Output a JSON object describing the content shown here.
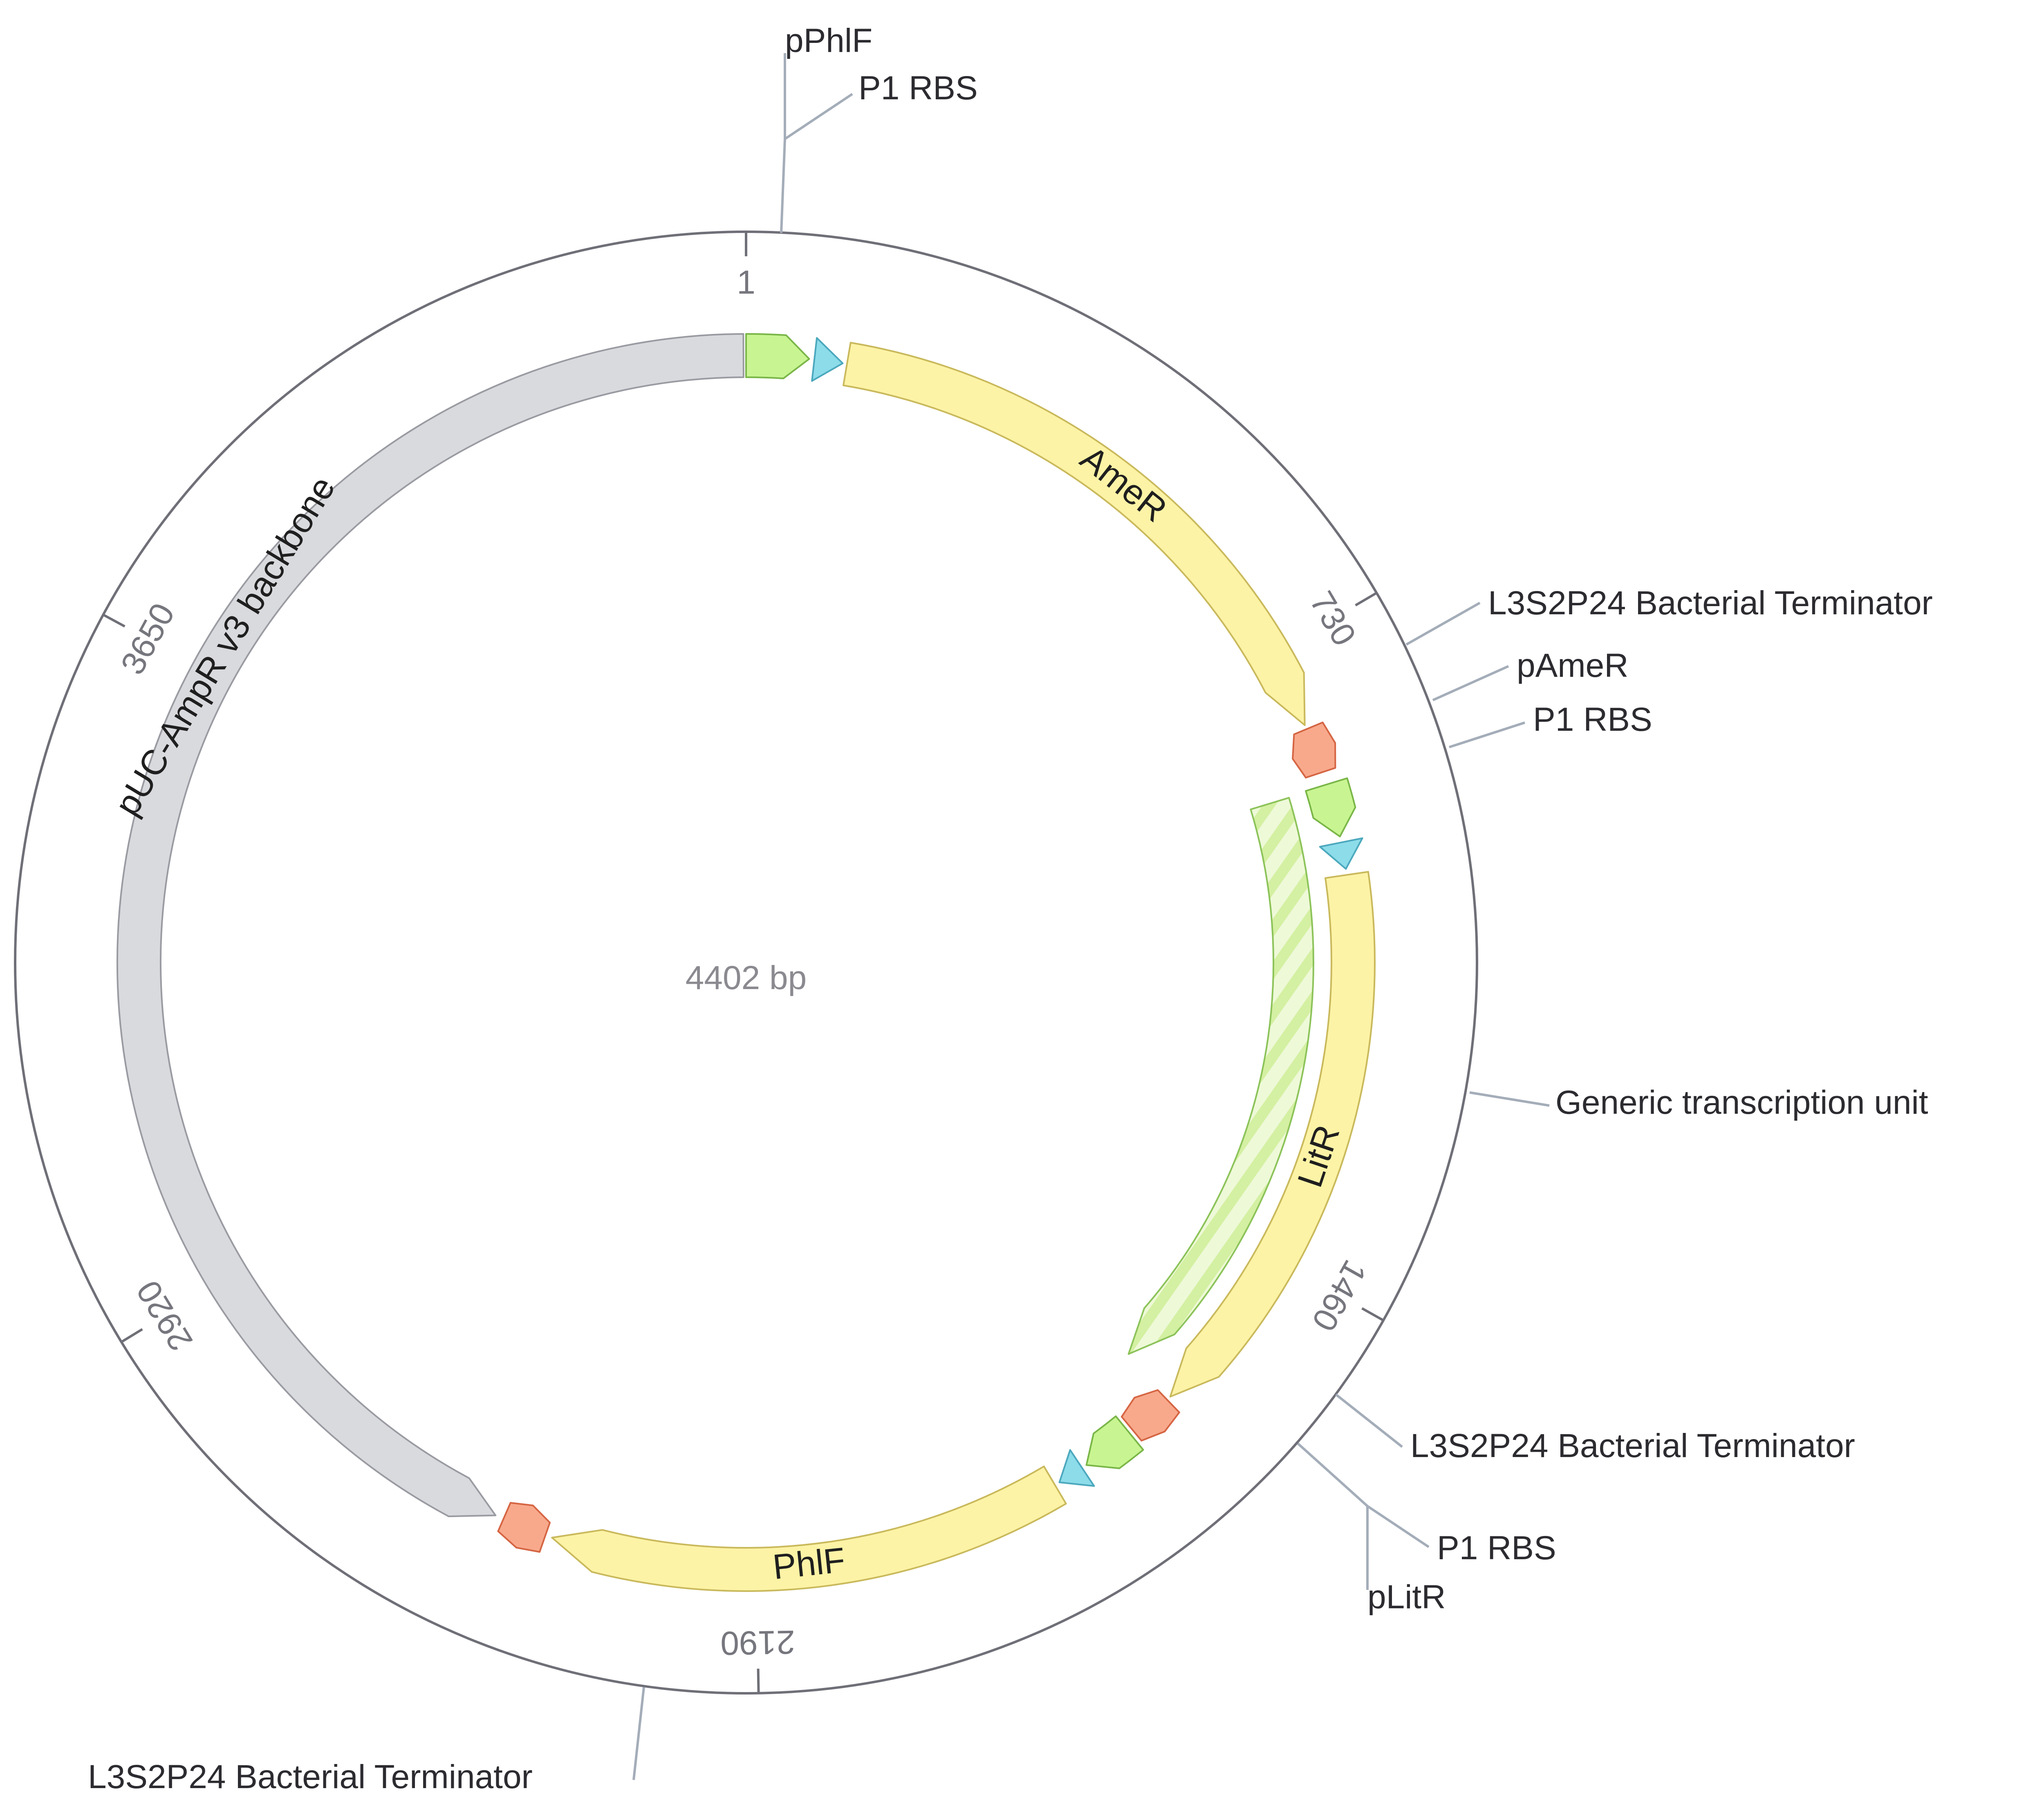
{
  "plasmid": {
    "length_bp": 4402,
    "center_label": "4402 bp"
  },
  "ticks": [
    {
      "bp": 1,
      "label": "1"
    },
    {
      "bp": 730,
      "label": "730"
    },
    {
      "bp": 1460,
      "label": "1460"
    },
    {
      "bp": 2190,
      "label": "2190"
    },
    {
      "bp": 2920,
      "label": "2920"
    },
    {
      "bp": 3650,
      "label": "3650"
    }
  ],
  "features": [
    {
      "id": "pPhlF-promoter",
      "name": "pPhlF",
      "start": 1,
      "end": 74,
      "type": "promoter",
      "color": "#c8f592",
      "stroke": "#7ab648"
    },
    {
      "id": "p1rbs-1",
      "name": "P1 RBS",
      "start": 80,
      "end": 113,
      "type": "rbs",
      "color": "#8ddcea",
      "stroke": "#4ba8bd"
    },
    {
      "id": "ameR-cds",
      "name": "AmeR",
      "label": "AmeR",
      "start": 118,
      "end": 820,
      "type": "cds",
      "color": "#fdf3a6",
      "stroke": "#c9b95c"
    },
    {
      "id": "term-1",
      "name": "L3S2P24 Bacterial Terminator",
      "start": 825,
      "end": 878,
      "type": "terminator",
      "color": "#f8a98c",
      "stroke": "#d56543"
    },
    {
      "id": "pAmeR-promoter",
      "name": "pAmeR",
      "start": 893,
      "end": 955,
      "type": "promoter",
      "color": "#c8f592",
      "stroke": "#7ab648"
    },
    {
      "id": "p1rbs-2",
      "name": "P1 RBS",
      "start": 962,
      "end": 993,
      "type": "rbs",
      "color": "#8ddcea",
      "stroke": "#4ba8bd"
    },
    {
      "id": "litR-cds",
      "name": "LitR",
      "label": "LitR",
      "start": 1000,
      "end": 1660,
      "type": "cds",
      "color": "#fdf3a6",
      "stroke": "#c9b95c"
    },
    {
      "id": "transcription-unit",
      "name": "Generic transcription unit",
      "start": 895,
      "end": 1660,
      "type": "unit",
      "color": "#e2f7bd",
      "stroke": "#8cc35a"
    },
    {
      "id": "term-2",
      "name": "L3S2P24 Bacterial Terminator",
      "start": 1665,
      "end": 1718,
      "type": "terminator",
      "color": "#f8a98c",
      "stroke": "#d56543"
    },
    {
      "id": "pLitR-promoter",
      "name": "pLitR",
      "start": 1723,
      "end": 1785,
      "type": "promoter",
      "color": "#c8f592",
      "stroke": "#7ab648"
    },
    {
      "id": "p1rbs-3",
      "name": "P1 RBS",
      "start": 1791,
      "end": 1822,
      "type": "rbs",
      "color": "#8ddcea",
      "stroke": "#4ba8bd"
    },
    {
      "id": "phlF-cds",
      "name": "PhlF",
      "label": "PhlF",
      "start": 1828,
      "end": 2430,
      "type": "cds",
      "color": "#fdf3a6",
      "stroke": "#c9b95c"
    },
    {
      "id": "term-3",
      "name": "L3S2P24 Bacterial Terminator",
      "start": 2438,
      "end": 2490,
      "type": "terminator",
      "color": "#f8a98c",
      "stroke": "#d56543"
    },
    {
      "id": "backbone",
      "name": "pUC-AmpR v3 backbone",
      "label": "pUC-AmpR v3 backbone",
      "start": 2500,
      "end": 4400,
      "type": "backbone",
      "color": "#d9dade",
      "stroke": "#9a9ba2"
    }
  ],
  "annotations": [
    {
      "id": "anno-pPhlF",
      "text": "pPhlF"
    },
    {
      "id": "anno-p1rbs-top",
      "text": "P1 RBS"
    },
    {
      "id": "anno-term-1",
      "text": "L3S2P24 Bacterial Terminator"
    },
    {
      "id": "anno-pAmeR",
      "text": "pAmeR"
    },
    {
      "id": "anno-p1rbs-right",
      "text": "P1 RBS"
    },
    {
      "id": "anno-unit",
      "text": "Generic transcription unit"
    },
    {
      "id": "anno-term-2",
      "text": "L3S2P24 Bacterial Terminator"
    },
    {
      "id": "anno-p1rbs-bottom",
      "text": "P1 RBS"
    },
    {
      "id": "anno-pLitR",
      "text": "pLitR"
    },
    {
      "id": "anno-term-3",
      "text": "L3S2P24 Bacterial Terminator"
    }
  ],
  "colors": {
    "backbone_circle": "#6f6f78",
    "leader_line": "#a4adb9",
    "tick_label": "#76767e",
    "text": "#2b2b30"
  }
}
